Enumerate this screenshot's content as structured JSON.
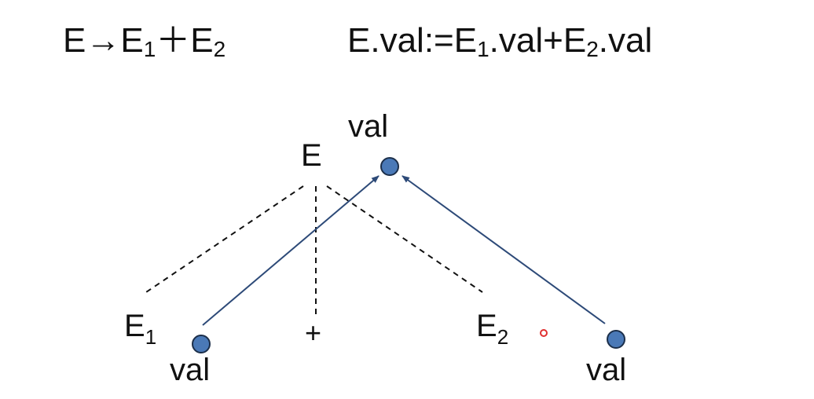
{
  "header": {
    "production": {
      "lhs": "E",
      "arrow": "→",
      "e1": "E",
      "sub1": "1",
      "plus": "＋",
      "e2": "E",
      "sub2": "2"
    },
    "semantic_rule": {
      "lhs": "E.val:=E",
      "sub1": "1",
      "mid": ".val+E",
      "sub2": "2",
      "tail": ".val"
    }
  },
  "tree": {
    "root_label": "E",
    "root_attr_label": "val",
    "e1_label": "E",
    "e1_sub": "1",
    "plus_label": "+",
    "e2_label": "E",
    "e2_sub": "2",
    "e1_attr_label": "val",
    "e2_attr_label": "val"
  },
  "colors": {
    "attr_node_fill": "#4a79b7",
    "attr_node_stroke": "#1c2f4a",
    "dependency_edge": "#2d4a78",
    "tree_edge": "#111111",
    "cursor_dot": "#e03030"
  }
}
